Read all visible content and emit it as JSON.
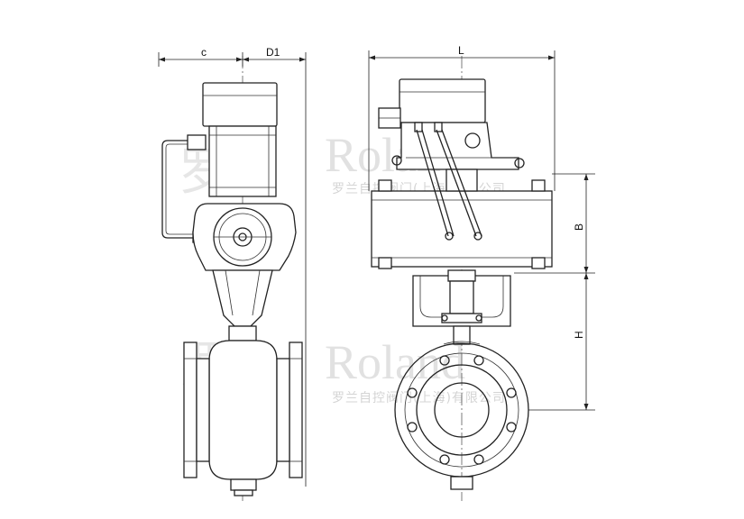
{
  "dimensions": {
    "c": "c",
    "d1": "D1",
    "l": "L",
    "b": "B",
    "h": "H"
  },
  "watermark": {
    "mark": "罗",
    "logo": "Roland",
    "company_top": "罗兰自控阀门(上海)有限公司",
    "company_bottom": "罗兰自控阀门(上海)有限公司"
  },
  "colors": {
    "line": "#222222",
    "watermark": "#c9c9c9"
  }
}
